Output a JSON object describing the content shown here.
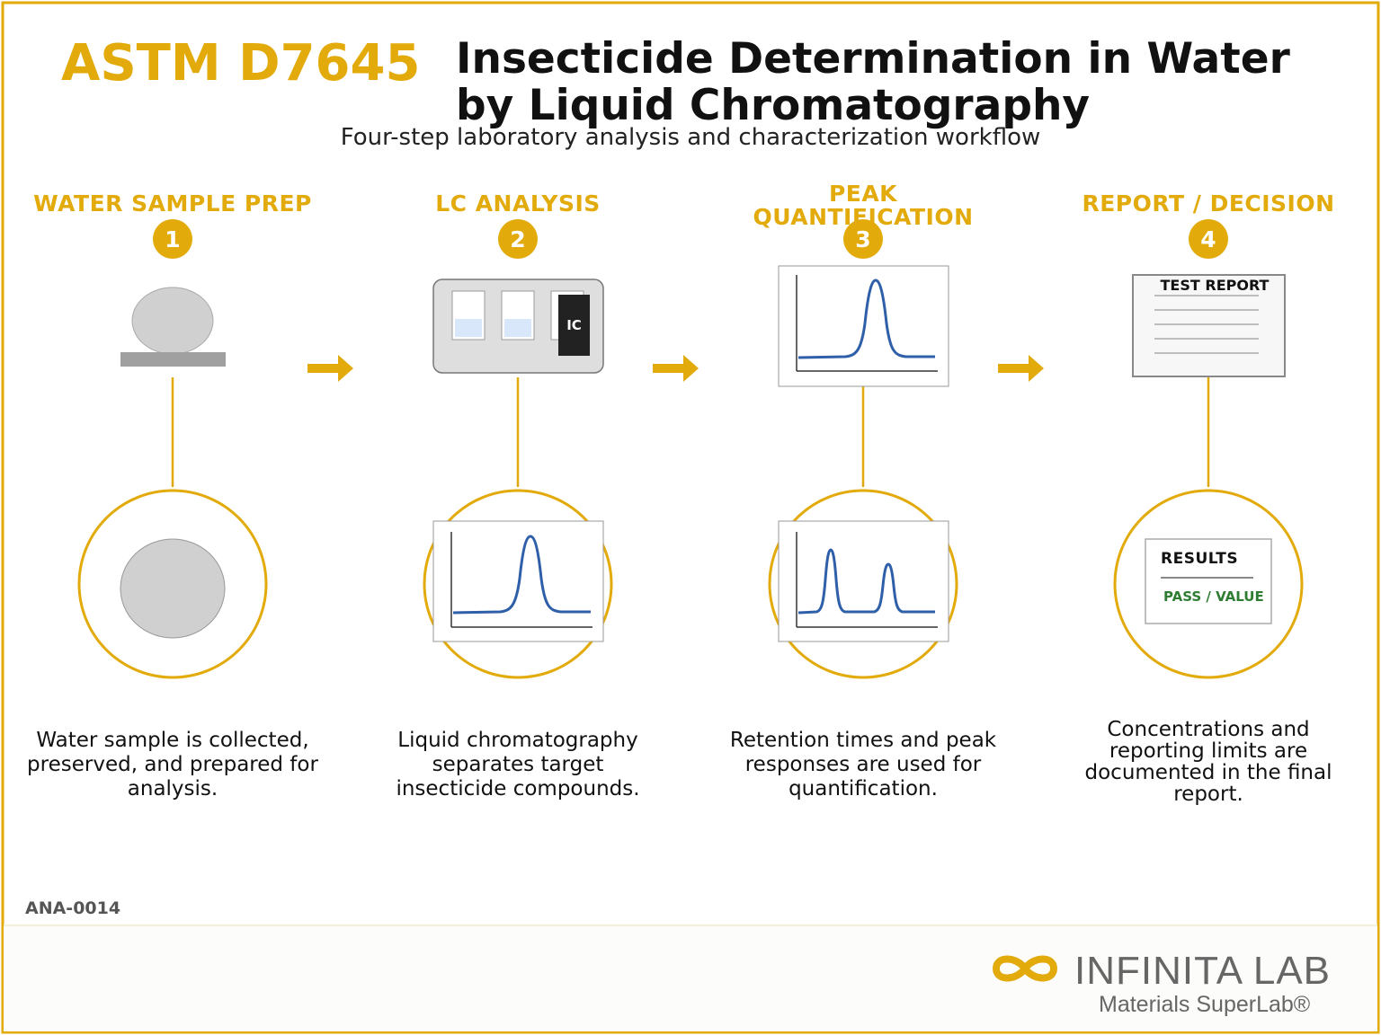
{
  "header": {
    "code": "ASTM D7645",
    "title_line1": "Insecticide Determination in Water",
    "title_line2": "by Liquid Chromatography",
    "subtitle": "Four-step laboratory analysis and characterization workflow"
  },
  "colors": {
    "accent": "#E2AA0A",
    "curve": "#2E5FA8",
    "pass": "#2E7D32",
    "border": "#E2AA0A"
  },
  "steps": [
    {
      "number": "1",
      "title": "WATER SAMPLE PREP",
      "description": "Water sample is collected, preserved, and prepared for analysis."
    },
    {
      "number": "2",
      "title": "LC ANALYSIS",
      "description": "Liquid chromatography separates target insecticide compounds.",
      "instrument_label": "IC"
    },
    {
      "number": "3",
      "title_line1": "PEAK",
      "title_line2": "QUANTIFICATION",
      "description": "Retention times and peak responses are used for quantification."
    },
    {
      "number": "4",
      "title": "REPORT / DECISION",
      "description": "Concentrations and reporting limits are documented in the final report.",
      "report_label": "TEST REPORT",
      "results_label": "RESULTS",
      "pass_label": "PASS / VALUE"
    }
  ],
  "footer": {
    "doc_id": "ANA-0014",
    "brand": "INFINITA LAB",
    "tagline": "Materials SuperLab®"
  }
}
